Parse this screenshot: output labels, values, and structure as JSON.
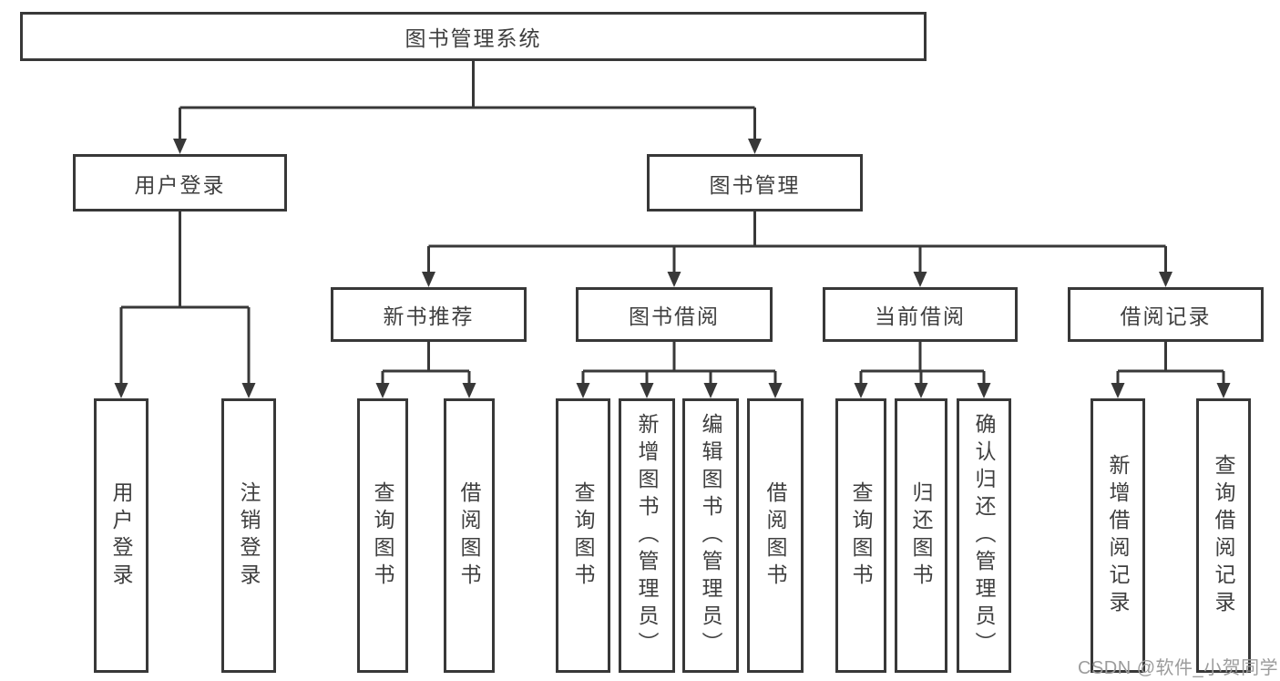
{
  "tree": {
    "root": "图书管理系统",
    "level2": {
      "user_login": "用户登录",
      "book_management": "图书管理"
    },
    "level3": {
      "new_books": "新书推荐",
      "borrowing": "图书借阅",
      "current": "当前借阅",
      "records": "借阅记录"
    },
    "leaves": {
      "user_login": [
        "用户登录",
        "注销登录"
      ],
      "new_books": [
        "查询图书",
        "借阅图书"
      ],
      "borrowing": [
        "查询图书",
        "新增图书（管理员）",
        "编辑图书（管理员）",
        "借阅图书"
      ],
      "current": [
        "查询图书",
        "归还图书",
        "确认归还（管理员）"
      ],
      "records": [
        "新增借阅记录",
        "查询借阅记录"
      ]
    }
  },
  "watermark": {
    "text": "CSDN @软件_小贺同学"
  },
  "colors": {
    "line": "#383838",
    "ink": "#3f3f3f",
    "watermark_gray": "#9c9c9c",
    "background": "#ffffff"
  }
}
